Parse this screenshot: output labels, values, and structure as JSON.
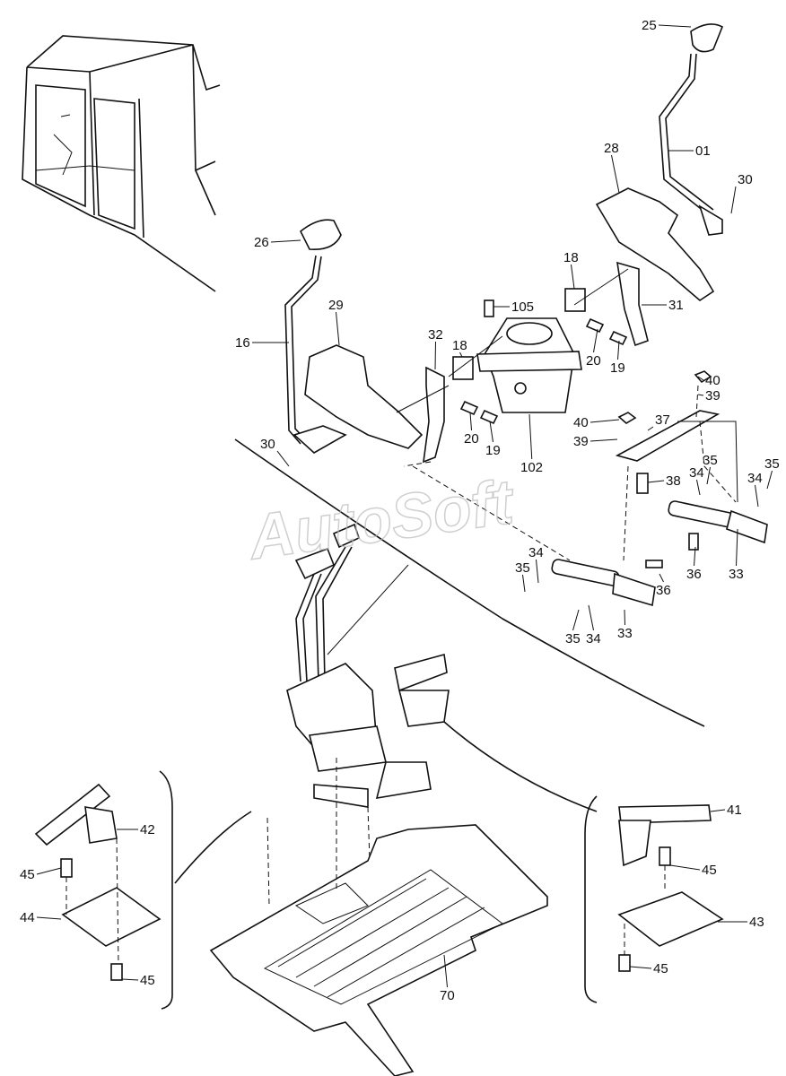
{
  "watermark": "AutoSoft",
  "callouts": [
    "25",
    "01",
    "30",
    "28",
    "26",
    "29",
    "16",
    "32",
    "18",
    "18",
    "105",
    "31",
    "20",
    "19",
    "40",
    "39",
    "37",
    "40",
    "39",
    "20",
    "19",
    "102",
    "30",
    "38",
    "35",
    "34",
    "34",
    "35",
    "36",
    "33",
    "34",
    "35",
    "36",
    "35",
    "34",
    "33",
    "42",
    "41",
    "45",
    "45",
    "44",
    "43",
    "45",
    "45",
    "70"
  ]
}
